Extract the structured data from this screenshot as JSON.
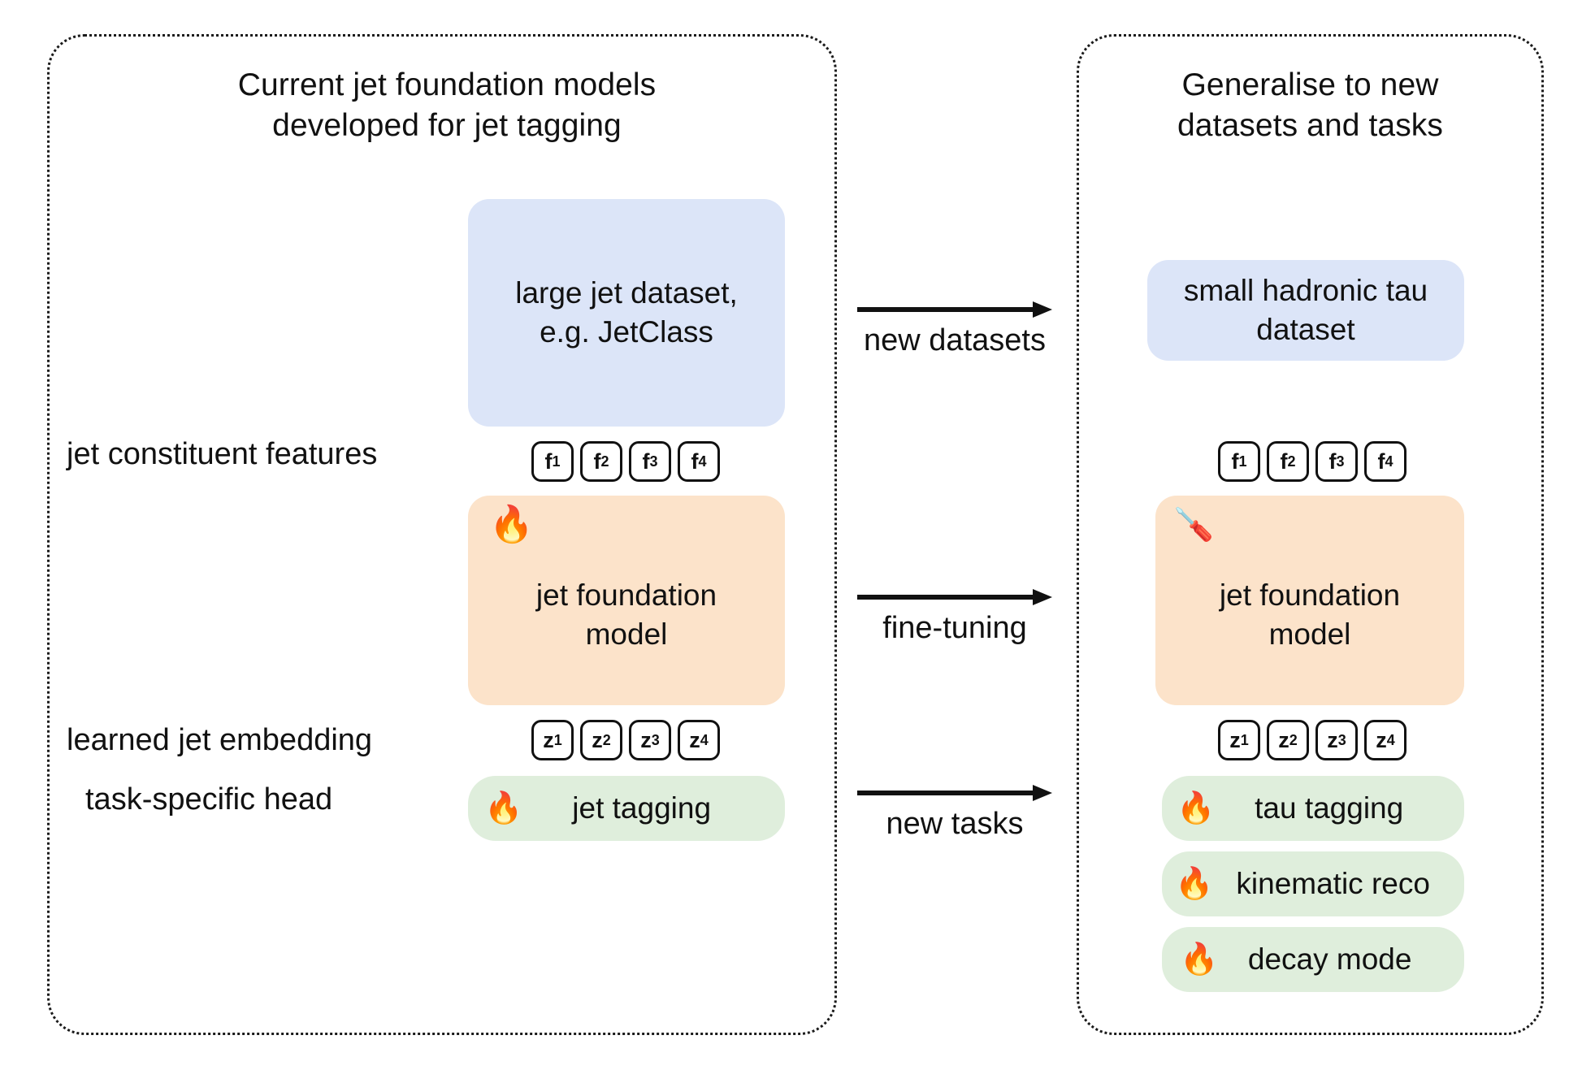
{
  "left_panel": {
    "title": "Current jet foundation models\ndeveloped for jet tagging",
    "row_labels": {
      "features": "jet constituent features",
      "embedding": "learned jet embedding",
      "head": "task-specific head"
    },
    "dataset_box": {
      "text": "large jet dataset,\ne.g. JetClass",
      "color": "#dce5f8"
    },
    "feature_tokens": [
      "f1",
      "f2",
      "f3",
      "f4"
    ],
    "model_box": {
      "text": "jet foundation\nmodel",
      "emoji": "🔥",
      "emoji_name": "fire-emoji",
      "color": "#fce3ca"
    },
    "embedding_tokens": [
      "z1",
      "z2",
      "z3",
      "z4"
    ],
    "task_boxes": [
      {
        "label": "jet tagging",
        "emoji": "🔥",
        "emoji_name": "fire-emoji",
        "color": "#dfeedc"
      }
    ]
  },
  "right_panel": {
    "title": "Generalise to new\ndatasets and tasks",
    "dataset_box": {
      "text": "small hadronic tau\ndataset",
      "color": "#dce5f8"
    },
    "feature_tokens": [
      "f1",
      "f2",
      "f3",
      "f4"
    ],
    "model_box": {
      "text": "jet foundation\nmodel",
      "emoji": "🪛",
      "emoji_name": "screwdriver-emoji",
      "color": "#fce3ca"
    },
    "embedding_tokens": [
      "z1",
      "z2",
      "z3",
      "z4"
    ],
    "task_boxes": [
      {
        "label": "tau tagging",
        "emoji": "🔥",
        "emoji_name": "fire-emoji",
        "color": "#dfeedc"
      },
      {
        "label": "kinematic reco",
        "emoji": "🔥",
        "emoji_name": "fire-emoji",
        "color": "#dfeedc"
      },
      {
        "label": "decay mode",
        "emoji": "🔥",
        "emoji_name": "fire-emoji",
        "color": "#dfeedc"
      }
    ]
  },
  "arrows": [
    {
      "label": "new datasets",
      "direction": "right"
    },
    {
      "label": "fine-tuning",
      "direction": "right"
    },
    {
      "label": "new tasks",
      "direction": "right"
    }
  ],
  "colors": {
    "dataset_blue": "#dce5f8",
    "model_orange": "#fce3ca",
    "task_green": "#dfeedc",
    "stroke": "#111111",
    "background": "#ffffff"
  }
}
